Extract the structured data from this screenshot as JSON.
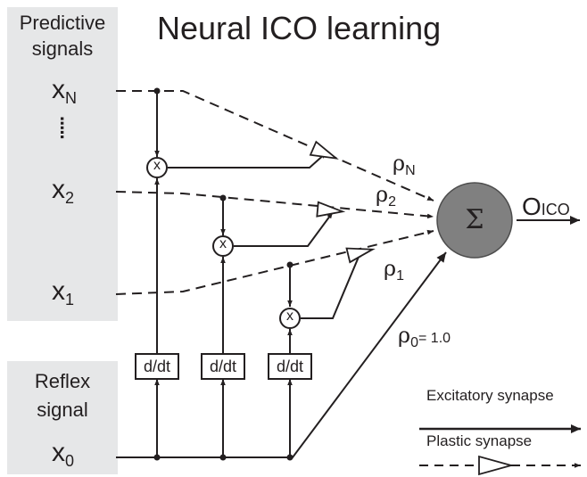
{
  "title": "Neural ICO learning",
  "predictive_panel": {
    "title_line1": "Predictive",
    "title_line2": "signals"
  },
  "reflex_panel": {
    "title_line1": "Reflex",
    "title_line2": "signal"
  },
  "inputs": {
    "xN": {
      "base": "x",
      "sub": "N"
    },
    "x2": {
      "base": "x",
      "sub": "2"
    },
    "x1": {
      "base": "x",
      "sub": "1"
    },
    "x0": {
      "base": "x",
      "sub": "0"
    },
    "ellipsis": "....."
  },
  "weights": {
    "rhoN": {
      "base": "ρ",
      "sub": "N"
    },
    "rho2": {
      "base": "ρ",
      "sub": "2"
    },
    "rho1": {
      "base": "ρ",
      "sub": "1"
    },
    "rho0": {
      "base": "ρ",
      "sub": "0",
      "suffix": "= 1.0"
    }
  },
  "multiplier_symbol": "x",
  "derivative_label": "d/dt",
  "sum_symbol": "Σ",
  "output": {
    "base": "O",
    "sub": "ICO"
  },
  "legend": {
    "excitatory": "Excitatory synapse",
    "plastic": "Plastic synapse"
  },
  "colors": {
    "panel": "#e6e7e8",
    "ink": "#231f20",
    "sum_fill": "#808080"
  }
}
